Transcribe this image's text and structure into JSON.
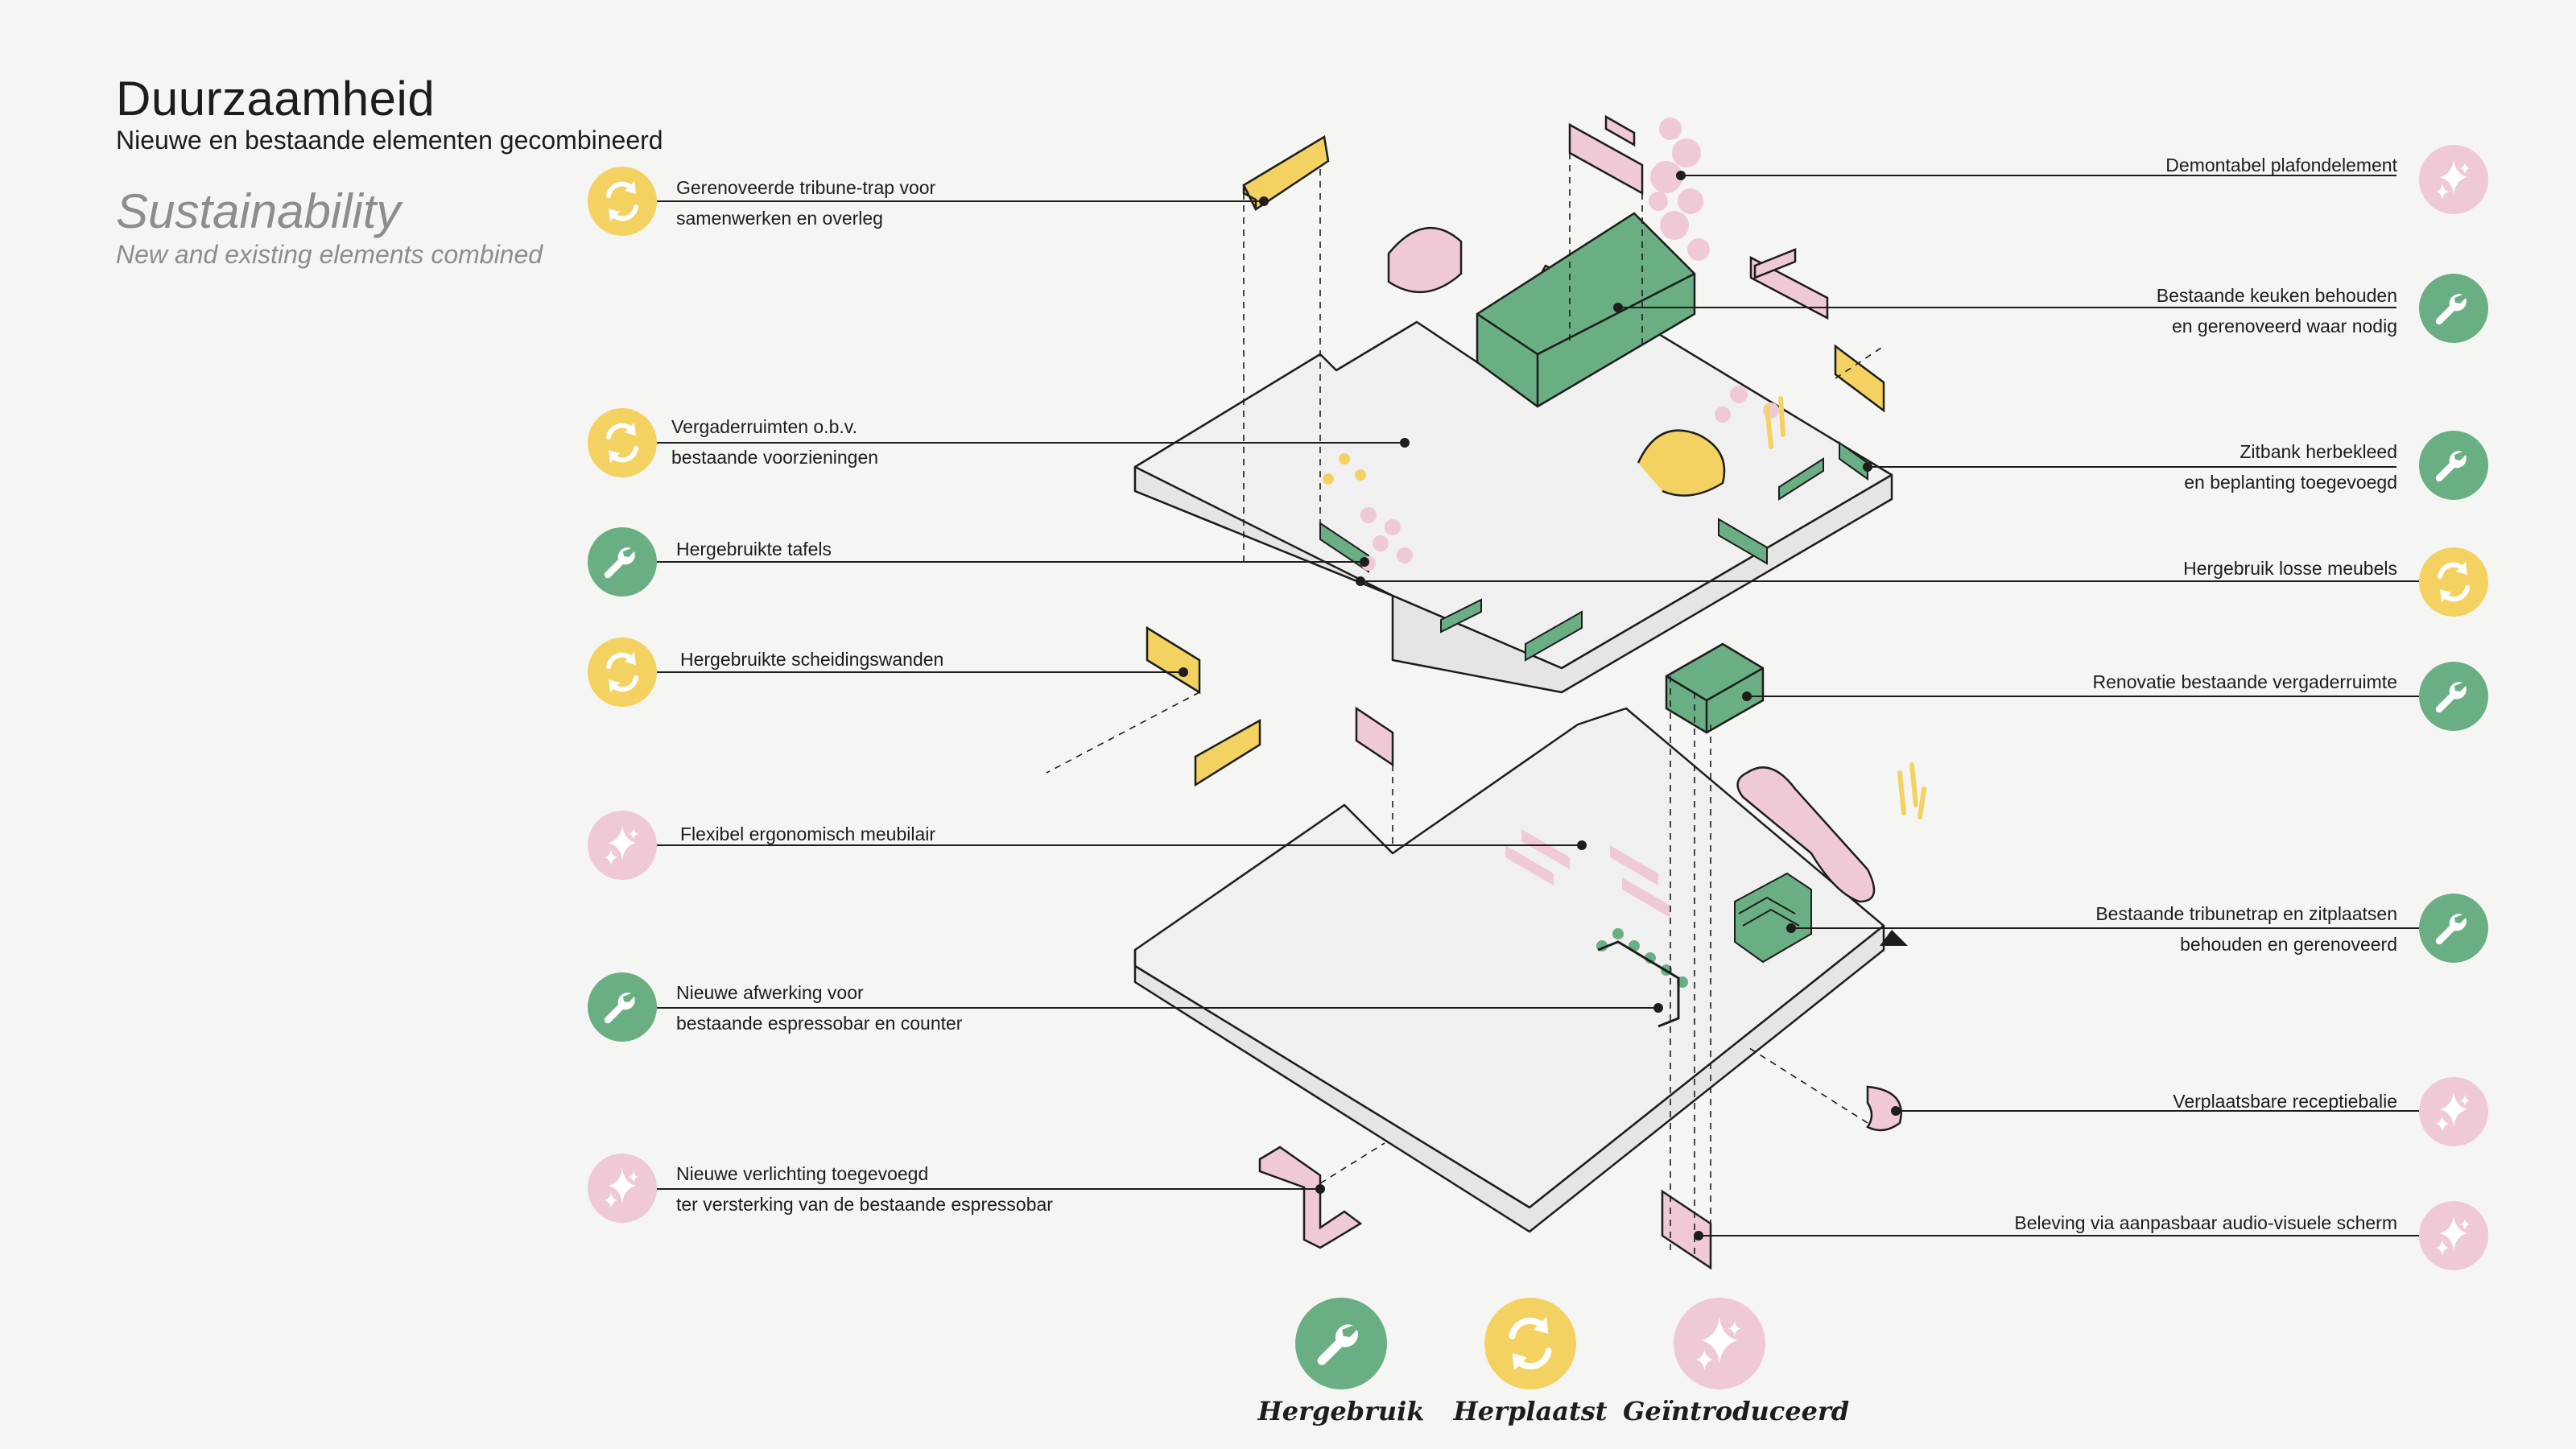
{
  "header": {
    "title_nl": "Duurzaamheid",
    "subtitle_nl": "Nieuwe en bestaande elementen gecombineerd",
    "title_en": "Sustainability",
    "subtitle_en": "New and existing elements combined"
  },
  "colors": {
    "reuse": "#6aaf83",
    "relocate": "#f4d262",
    "introduced": "#f0c9d6",
    "line": "#1d1d1b"
  },
  "left_callouts": [
    {
      "line1": "Gerenoveerde tribune-trap voor",
      "line2": "samenwerken en overleg",
      "category": "relocate"
    },
    {
      "line1": "Vergaderruimten o.b.v.",
      "line2": "bestaande voorzieningen",
      "category": "relocate"
    },
    {
      "line1": "Hergebruikte tafels",
      "line2": "",
      "category": "reuse"
    },
    {
      "line1": "Hergebruikte scheidingswanden",
      "line2": "",
      "category": "relocate"
    },
    {
      "line1": "Flexibel ergonomisch meubilair",
      "line2": "",
      "category": "introduced"
    },
    {
      "line1": "Nieuwe afwerking voor",
      "line2": "bestaande espressobar en counter",
      "category": "reuse"
    },
    {
      "line1": "Nieuwe verlichting toegevoegd",
      "line2": "ter versterking van de bestaande espressobar",
      "category": "introduced"
    }
  ],
  "right_callouts": [
    {
      "line1": "Demontabel plafondelement",
      "line2": "",
      "category": "introduced"
    },
    {
      "line1": "Bestaande keuken behouden",
      "line2": "en gerenoveerd waar nodig",
      "category": "reuse"
    },
    {
      "line1": "Zitbank herbekleed",
      "line2": "en beplanting toegevoegd",
      "category": "reuse"
    },
    {
      "line1": "Hergebruik losse meubels",
      "line2": "",
      "category": "relocate"
    },
    {
      "line1": "Renovatie bestaande vergaderruimte",
      "line2": "",
      "category": "reuse"
    },
    {
      "line1": "Bestaande tribunetrap en zitplaatsen",
      "line2": "behouden en gerenoveerd",
      "category": "reuse"
    },
    {
      "line1": "Verplaatsbare receptiebalie",
      "line2": "",
      "category": "introduced"
    },
    {
      "line1": "Beleving via aanpasbaar audio-visuele scherm",
      "line2": "",
      "category": "introduced"
    }
  ],
  "legend": [
    {
      "label": "Hergebruik",
      "category": "reuse",
      "icon": "wrench-icon"
    },
    {
      "label": "Herplaatst",
      "category": "relocate",
      "icon": "recycle-arrows-icon"
    },
    {
      "label": "Geïntroduceerd",
      "category": "introduced",
      "icon": "sparkle-icon"
    }
  ]
}
